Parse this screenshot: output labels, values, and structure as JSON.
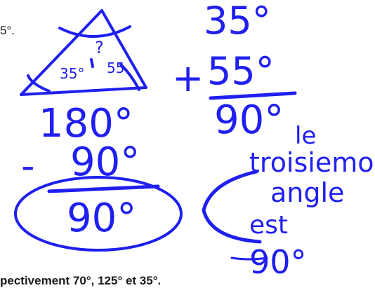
{
  "typed_text": {
    "top_left_fragment": "5°.",
    "bottom_fragment": "pectivement 70°, 125° et 35°."
  },
  "handwriting": {
    "angle_a": "35°",
    "angle_b": "55°",
    "unknown_mark": "?",
    "inner_a": "35°",
    "inner_b": "55",
    "plus_sign": "+",
    "minus_sign": "-",
    "sum_result": "90°",
    "total": "180°",
    "subtracted": "90°",
    "answer": "90°",
    "note_le": "le",
    "note_troisieme": "troisiemo",
    "note_angle": "angle",
    "note_est": "est",
    "note_value": "90°"
  },
  "colors": {
    "ink": "#1f1ff0",
    "typed_text": "#1a1a1a",
    "background": "#ffffff"
  }
}
